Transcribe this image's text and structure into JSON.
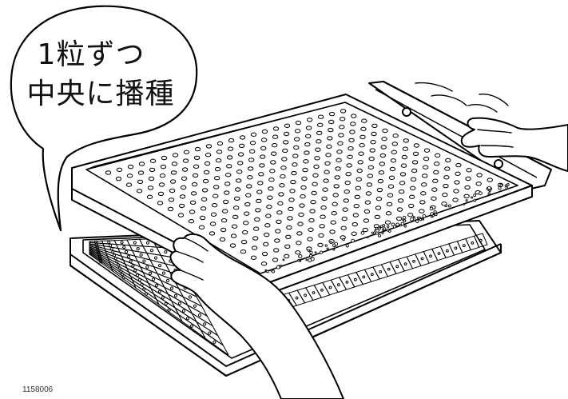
{
  "bubble": {
    "line1": "1粒ずつ",
    "line2": "中央に播種"
  },
  "figure_code": "1158006",
  "colors": {
    "line": "#000000",
    "background": "#ffffff"
  }
}
